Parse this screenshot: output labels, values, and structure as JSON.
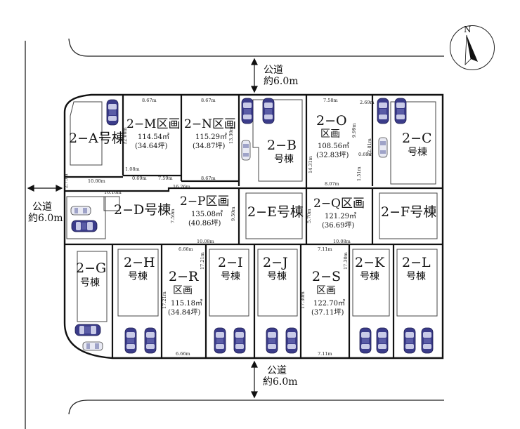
{
  "roads": {
    "north": {
      "line1": "公道",
      "line2": "約6.0m"
    },
    "west": {
      "line1": "公道",
      "line2": "約6.0m"
    },
    "south": {
      "line1": "公道",
      "line2": "約6.0m"
    }
  },
  "compass": {
    "north_label": "N"
  },
  "lots": [
    {
      "id": "2-A",
      "label": "2−A号棟"
    },
    {
      "id": "2-M",
      "label": "2−M区画",
      "area_m2": "114.54㎡",
      "area_tsubo": "(34.64坪)"
    },
    {
      "id": "2-N",
      "label": "2−N区画",
      "area_m2": "115.29㎡",
      "area_tsubo": "(34.87坪)"
    },
    {
      "id": "2-B",
      "line1": "2−B",
      "line2": "号棟"
    },
    {
      "id": "2-O",
      "line1": "2−O",
      "line2": "区画",
      "area_m2": "108.56㎡",
      "area_tsubo": "(32.83坪)"
    },
    {
      "id": "2-C",
      "line1": "2−C",
      "line2": "号棟"
    },
    {
      "id": "2-D",
      "label": "2−D号棟"
    },
    {
      "id": "2-P",
      "label": "2−P区画",
      "area_m2": "135.08㎡",
      "area_tsubo": "(40.86坪)"
    },
    {
      "id": "2-E",
      "label": "2−E号棟"
    },
    {
      "id": "2-Q",
      "label": "2−Q区画",
      "area_m2": "121.29㎡",
      "area_tsubo": "(36.69坪)"
    },
    {
      "id": "2-F",
      "label": "2−F号棟"
    },
    {
      "id": "2-G",
      "line1": "2−G",
      "line2": "号棟"
    },
    {
      "id": "2-H",
      "line1": "2−H",
      "line2": "号棟"
    },
    {
      "id": "2-R",
      "line1": "2−R",
      "line2": "区画",
      "area_m2": "115.18㎡",
      "area_tsubo": "(34.84坪)"
    },
    {
      "id": "2-I",
      "line1": "2−I",
      "line2": "号棟"
    },
    {
      "id": "2-J",
      "line1": "2−J",
      "line2": "号棟"
    },
    {
      "id": "2-S",
      "line1": "2−S",
      "line2": "区画",
      "area_m2": "122.70㎡",
      "area_tsubo": "(37.11坪)"
    },
    {
      "id": "2-K",
      "line1": "2−K",
      "line2": "号棟"
    },
    {
      "id": "2-L",
      "line1": "2−L",
      "line2": "号棟"
    }
  ],
  "dimensions": {
    "m_top": "8.67m",
    "n_top": "8.67m",
    "n_bottom": "8.67m",
    "n_right": "13.30m",
    "m_bottom_right": "7.59m",
    "m_bottom_left": "0.69m",
    "m_left_small": "1.08m",
    "m_left_side": "12.00m",
    "a_bottom": "10.00m",
    "d_top": "16.16m",
    "p_top": "16.26m",
    "left_small": "2.75m",
    "o_top": "7.58m",
    "c_top": "2.69m",
    "o_right": "9.99m",
    "o_small": "0.69m",
    "o_left": "14.31m",
    "o_bottom": "8.07m",
    "o_side": "1.51m",
    "c_side": "22.81m",
    "p_left": "7.59m",
    "p_right": "9.50m",
    "q_left": "5.70m",
    "p_bottom": "10.08m",
    "q_bottom": "10.08m",
    "r_top": "6.66m",
    "r_bottom": "6.66m",
    "r_left": "17.21m",
    "i_left": "17.21m",
    "s_top": "7.11m",
    "s_bottom": "7.11m",
    "s_left": "17.30m",
    "s_right": "17.30m"
  }
}
